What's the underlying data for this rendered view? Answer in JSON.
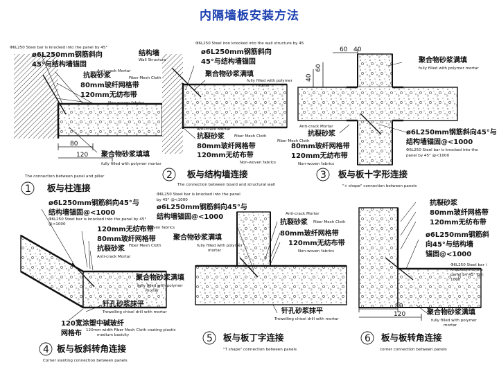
{
  "title": "内隔墙板安装方法",
  "panels": [
    {
      "number": "1",
      "caption": "板与柱连接",
      "caption_en": "The connection between panel and pillar",
      "dims": [
        "80",
        "120"
      ],
      "labels": {
        "steel_en": "Φ6L250 Steel bar is knocked into the panel by 45°",
        "steel_zh1": "ø6L250mm钢筋斜向",
        "steel_zh2": "45°与结构墙锚固",
        "anticrack_en": "Anti-crack Mortar",
        "anticrack_zh": "抗裂砂浆",
        "mesh_en": "Fiber Mesh Cloth",
        "mesh_zh": "80mm玻纤网格带",
        "fabric_zh": "120mm无纺布带",
        "fabric_en": "Non-woven fabrics",
        "poly_zh": "聚合物砂浆填填",
        "poly_en": "fully filled with polymer mortar"
      }
    },
    {
      "number": "2",
      "caption": "板与结构墙连接",
      "caption_en": "The connection between board and structural wall",
      "labels": {
        "steel_en": "Φ6L250 Steel iron knocked into the wall structure by 45",
        "steel_zh1": "ø6L250mm钢筋斜向",
        "steel_zh2": "45°与结构墙锚固",
        "wall_zh": "结构墙",
        "wall_en": "Wall Structure",
        "poly_zh": "聚合物砂浆满填",
        "poly_en1": "fully filled with polymer",
        "poly_en2": "mortar",
        "anticrack_en": "Anti-crack Mortar",
        "anticrack_zh": "抗裂砂浆",
        "mesh_en": "Fiber Mesh Cloth",
        "mesh_zh": "80mm玻纤网格带",
        "fabric_zh": "120mm无纺布带",
        "fabric_en": "Non-woven fabrics"
      }
    },
    {
      "number": "3",
      "caption": "板与板十字形连接",
      "caption_en": "\"+ shape\" connection between panels",
      "dims": [
        "60",
        "40",
        "40",
        "60"
      ],
      "labels": {
        "poly_zh": "聚合物砂浆满填",
        "poly_en": "fully filled with polymer mortar",
        "anticrack_en": "Anti-crack Mortar",
        "anticrack_zh": "抗裂砂浆",
        "mesh_en": "Fiber Mesh Cloth",
        "mesh_zh": "80mm玻纤网格带",
        "fabric_zh": "120mm无纺布带",
        "fabric_en": "Non-woven fabrics",
        "steel_zh1": "ø6L250mm钢筋斜向45°与",
        "steel_zh2": "结构墙锚固@<1000",
        "steel_en1": "Φ6L250 Steel bar is knocked into the",
        "steel_en2": "panel by 45° @<1000"
      }
    },
    {
      "number": "4",
      "caption": "板与板斜转角连接",
      "caption_en": "Corner slanting connection between panels",
      "labels": {
        "steel_zh1": "ø6L250mm钢筋斜向45°与",
        "steel_zh2": "结构墙锚固@<1000",
        "steel_en1": "Φ6L250 Steel bar is knocked into the panel by 45°",
        "steel_en2": "@<1000",
        "fabric_zh": "120mm无纺布带",
        "fabric_en": "Non-woven fabrics",
        "mesh_zh": "80mm玻纤网格带",
        "mesh_en": "Fiber Mesh Cloth",
        "anticrack_zh": "抗裂砂浆",
        "anticrack_en": "Anti-crack Mortar",
        "poly_zh": "聚合物砂浆满填",
        "poly_en1": "fully filled with polymer",
        "poly_en2": "mortar",
        "chisel_zh": "钎孔砂浆抹平",
        "chisel_en": "Trowelling chisel drill with mortar",
        "coat_zh1": "120宽涂塑中碱玻纤",
        "coat_zh2": "网格布",
        "coat_en1": "120mm width Fiber Mesh Cloth coating plastic",
        "coat_en2": "medium basicity"
      }
    },
    {
      "number": "5",
      "caption": "板与板丁字连接",
      "caption_en": "\"T shape\" connection between panels",
      "labels": {
        "steel_en1": "Φ6L250 Steel bar is knocked into the panel",
        "steel_en2": "by 45° @<1000",
        "steel_zh1": "ø6L250mm钢筋斜向45°与",
        "steel_zh2": "结构墙锚固@<1000",
        "anticrack_en": "Anti-crack Mortar",
        "anticrack_zh": "抗裂砂浆",
        "mesh_en": "Fiber Mesh Cloth",
        "mesh_zh": "80mm玻纤网格带",
        "poly_zh": "聚合物砂浆满填",
        "poly_en1": "fully filled with polymer",
        "poly_en2": "mortar",
        "fabric_zh": "120mm无纺布带",
        "fabric_en": "Non-woven fabrics",
        "chisel_zh": "钎孔砂浆抹平",
        "chisel_en": "Trowelling chisel drill with mortar"
      }
    },
    {
      "number": "6",
      "caption": "板与板转角连接",
      "caption_en": "corner connection between panels",
      "dims": [
        "80",
        "120"
      ],
      "labels": {
        "anticrack_zh": "抗裂砂浆",
        "mesh_zh": "80mm玻纤网格带",
        "fabric_zh": "120mm无纺布带",
        "steel_zh1": "ø6L250mm钢筋斜",
        "steel_zh2": "向45°与结构墙",
        "steel_zh3": "锚固@<1000",
        "steel_en1": "Φ6L250 Steel bar i",
        "steel_en2": "knocked into the",
        "steel_en3": "panel by 45° @<",
        "steel_en4": "1000",
        "poly_zh": "聚合物砂浆满填",
        "poly_en1": "fully filled with polymer",
        "poly_en2": "mortar"
      }
    }
  ]
}
